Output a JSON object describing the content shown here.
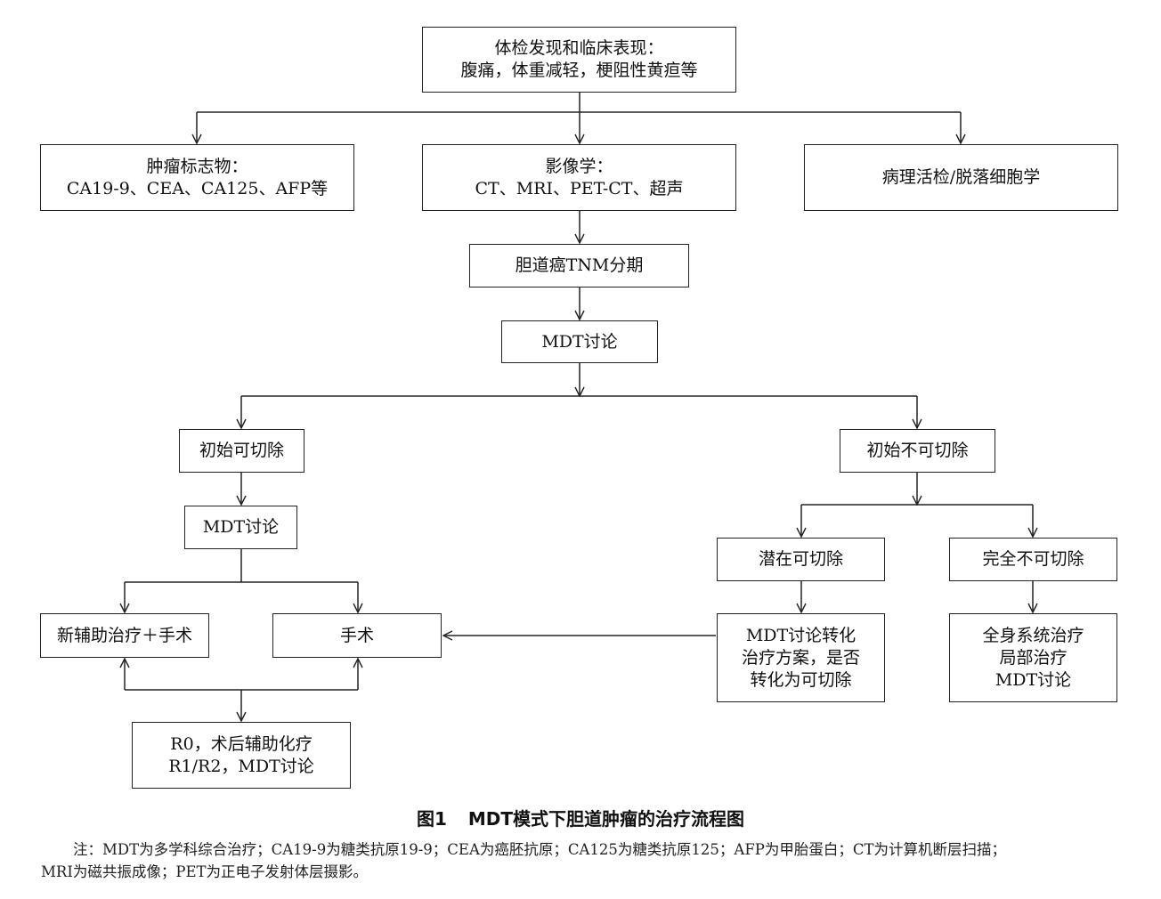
{
  "colors": {
    "line": "#222222",
    "text": "#111111",
    "background": "#ffffff"
  },
  "nodes": {
    "initial": {
      "line1": "体检发现和临床表现：",
      "line2": "腹痛，体重减轻，梗阻性黄疸等"
    },
    "markers": {
      "line1": "肿瘤标志物：",
      "line2": "CA19-9、CEA、CA125、AFP等"
    },
    "imaging": {
      "line1": "影像学：",
      "line2": "CT、MRI、PET-CT、超声"
    },
    "pathology": {
      "line1": "病理活检/脱落细胞学"
    },
    "tnm": {
      "line1": "胆道癌TNM分期"
    },
    "mdt1": {
      "line1": "MDT讨论"
    },
    "resectable": {
      "line1": "初始可切除"
    },
    "unresectable": {
      "line1": "初始不可切除"
    },
    "mdt2": {
      "line1": "MDT讨论"
    },
    "potential": {
      "line1": "潜在可切除"
    },
    "complete": {
      "line1": "完全不可切除"
    },
    "neoadjuvant": {
      "line1": "新辅助治疗＋手术"
    },
    "surgery": {
      "line1": "手术"
    },
    "conversion": {
      "line1": "MDT讨论转化",
      "line2": "治疗方案，是否",
      "line3": "转化为可切除"
    },
    "systemic": {
      "line1": "全身系统治疗",
      "line2": "局部治疗",
      "line3": "MDT讨论"
    },
    "postop": {
      "line1": "R0，术后辅助化疗",
      "line2": "R1/R2，MDT讨论"
    }
  },
  "caption": {
    "label": "图1",
    "title": "MDT模式下胆道肿瘤的治疗流程图"
  },
  "note": {
    "line1": "注：MDT为多学科综合治疗；CA19-9为糖类抗原19-9；CEA为癌胚抗原；CA125为糖类抗原125；AFP为甲胎蛋白；CT为计算机断层扫描；",
    "line2": "MRI为磁共振成像；PET为正电子发射体层摄影。"
  }
}
